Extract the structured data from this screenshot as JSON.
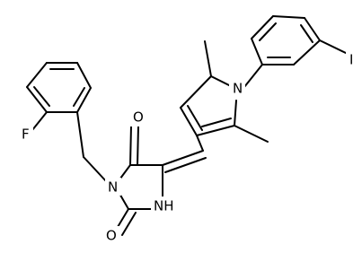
{
  "molecule": {
    "atoms": {
      "fluorine": "F",
      "iodine": "I",
      "pyrrole_nitrogen": "N",
      "imidazolidine_nitrogen": "N",
      "amine": "NH",
      "carbonyl_oxygen_top": "O",
      "carbonyl_oxygen_bottom": "O"
    }
  },
  "colors": {
    "bond": "#000000",
    "text": "#000000",
    "background": "#ffffff"
  }
}
